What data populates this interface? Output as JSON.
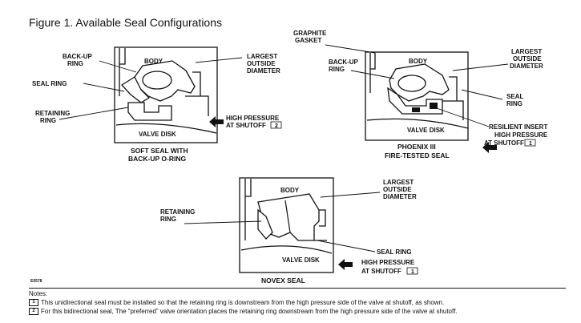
{
  "title": "Figure 1. Available Seal Configurations",
  "figure_code": "E0578",
  "panels": {
    "soft_seal": {
      "caption_line1": "SOFT SEAL WITH",
      "caption_line2": "BACK-UP O-RING",
      "labels": {
        "backup_ring_1": "BACK-UP",
        "backup_ring_2": "RING",
        "body": "BODY",
        "largest_od_1": "LARGEST",
        "largest_od_2": "OUTSIDE",
        "largest_od_3": "DIAMETER",
        "seal_ring": "SEAL RING",
        "retaining_ring_1": "RETAINING",
        "retaining_ring_2": "RING",
        "valve_disk": "VALVE DISK",
        "high_pressure_1": "HIGH PRESSURE",
        "high_pressure_2": "AT SHUTOFF",
        "note_ref": "2"
      }
    },
    "phoenix": {
      "caption_line1": "PHOENIX III",
      "caption_line2": "FIRE-TESTED SEAL",
      "labels": {
        "graphite_1": "GRAPHITE",
        "graphite_2": "GASKET",
        "backup_ring_1": "BACK-UP",
        "backup_ring_2": "RING",
        "body": "BODY",
        "largest_od_1": "LARGEST",
        "largest_od_2": "OUTSIDE",
        "largest_od_3": "DIAMETER",
        "seal_ring_1": "SEAL",
        "seal_ring_2": "RING",
        "valve_disk": "VALVE DISK",
        "resilient_insert": "RESILIENT INSERT",
        "high_pressure_1": "HIGH PRESSURE",
        "high_pressure_2": "AT SHUTOFF",
        "note_ref": "1"
      }
    },
    "novex": {
      "caption": "NOVEX SEAL",
      "labels": {
        "body": "BODY",
        "largest_od_1": "LARGEST",
        "largest_od_2": "OUTSIDE",
        "largest_od_3": "DIAMETER",
        "retaining_ring_1": "RETAINING",
        "retaining_ring_2": "RING",
        "valve_disk": "VALVE DISK",
        "seal_ring": "SEAL RING",
        "high_pressure_1": "HIGH PRESSURE",
        "high_pressure_2": "AT SHUTOFF",
        "note_ref": "1"
      }
    }
  },
  "notes": {
    "heading": "Notes:",
    "items": [
      {
        "mark": "1",
        "text": "This unidirectional seal must be installed so that the retaining ring is downstream from the high pressure side of the valve at shutoff, as shown."
      },
      {
        "mark": "2",
        "text": "For this bidirectional seal, The “preferred” valve orientation places the retaining ring downstream from the high pressure side of the valve at shutoff."
      }
    ]
  }
}
